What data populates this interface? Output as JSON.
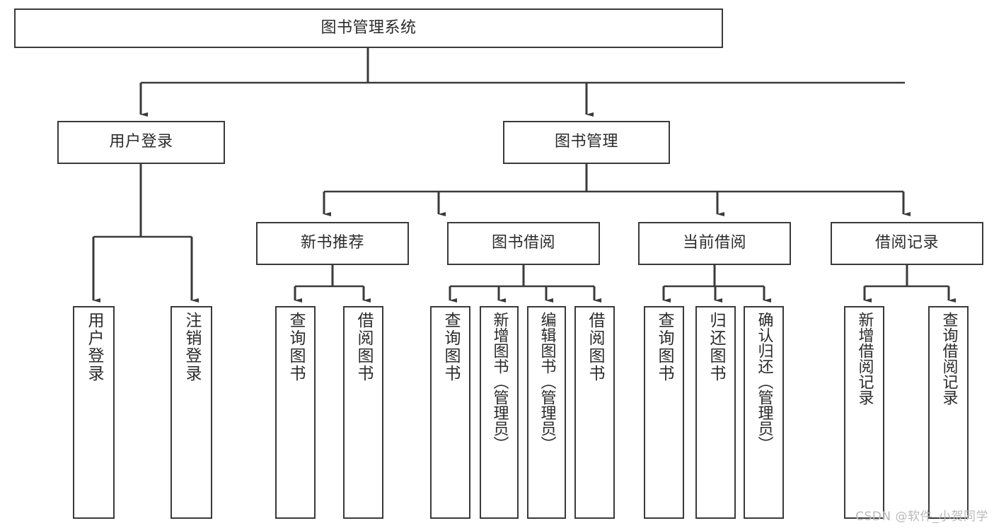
{
  "diagram": {
    "title": "图书管理系统",
    "watermark": "CSDN @软件_小贺同学",
    "accent_line_color": "#3a3a3a",
    "box_fill": "#ffffff",
    "text_color": "#2b2b2b",
    "root": {
      "label": "图书管理系统"
    },
    "level1": [
      {
        "label": "用户登录"
      },
      {
        "label": "图书管理"
      }
    ],
    "level2": [
      {
        "label": "新书推荐"
      },
      {
        "label": "图书借阅"
      },
      {
        "label": "当前借阅"
      },
      {
        "label": "借阅记录"
      }
    ],
    "leaves": {
      "user_login": [
        {
          "label": "用户登录"
        },
        {
          "label": "注销登录"
        }
      ],
      "new_book_recommend": [
        {
          "label": "查询图书"
        },
        {
          "label": "借阅图书"
        }
      ],
      "book_borrow": [
        {
          "label": "查询图书"
        },
        {
          "label": "新增图书（管理员）"
        },
        {
          "label": "编辑图书（管理员）"
        },
        {
          "label": "借阅图书"
        }
      ],
      "current_borrow": [
        {
          "label": "查询图书"
        },
        {
          "label": "归还图书"
        },
        {
          "label": "确认归还（管理员）"
        }
      ],
      "borrow_record": [
        {
          "label": "新增借阅记录"
        },
        {
          "label": "查询借阅记录"
        }
      ]
    }
  }
}
